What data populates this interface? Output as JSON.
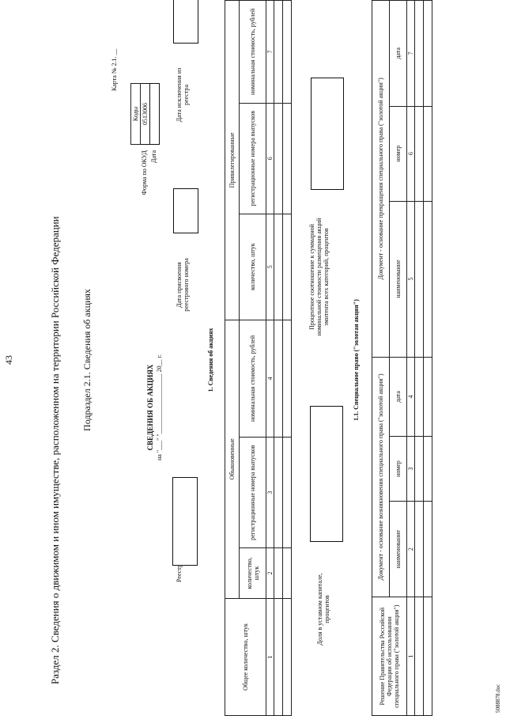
{
  "page_number": "43",
  "section_title": "Раздел 2. Сведения о движимом и ином имуществе, расположенном на территории Российской Федерации",
  "subsection_title": "Подраздел 2.1. Сведения об акциях",
  "card_number": "Карта № 2.1. __",
  "codes": {
    "header": "Коды",
    "okud_label": "Форма по ОКУД",
    "okud_value": "0513006",
    "date_label": "Дата",
    "date_value": ""
  },
  "form_title": "СВЕДЕНИЯ ОБ АКЦИЯХ",
  "form_date": "на \"___\" \"___________________ 20__ г.",
  "registry_label": "Реестровый номер федерального имущества (РНФИ)",
  "assign_date_label": "Дата присвоения реестрового номера",
  "exclude_date_label": "Дата исключения из реестра",
  "table1": {
    "title": "1. Сведения об акциях",
    "col_total": "Общее количество, штук",
    "group_common": "Обыкновенные",
    "group_pref": "Привилегированные",
    "col_qty": "количество, штук",
    "col_reg": "регистрационные номера выпусков",
    "col_nominal": "номинальная стоимость, рублей",
    "nums": [
      "1",
      "2",
      "3",
      "4",
      "5",
      "6",
      "7"
    ]
  },
  "share_capital_label": "Доля в уставном капитале, процентов",
  "percent_ratio_label": "Процентное соотношение к суммарной номинальной стоимости размещения акций эмитента всех категорий, процентов",
  "table2": {
    "title": "1.1. Специальное право (\"золотая акция\")",
    "col_decision": "Решение Правительства Российской Федерации об использовании специального права (\"золотой акции\")",
    "group_start": "Документ - основание возникновения специального права (\"золотой акции\")",
    "group_end": "Документ - основание прекращения специального права (\"золотой акции\")",
    "col_name": "наименование",
    "col_number": "номер",
    "col_date": "дата",
    "nums": [
      "1",
      "2",
      "3",
      "4",
      "5",
      "6",
      "7"
    ]
  },
  "footer_file": "5088878.doc"
}
